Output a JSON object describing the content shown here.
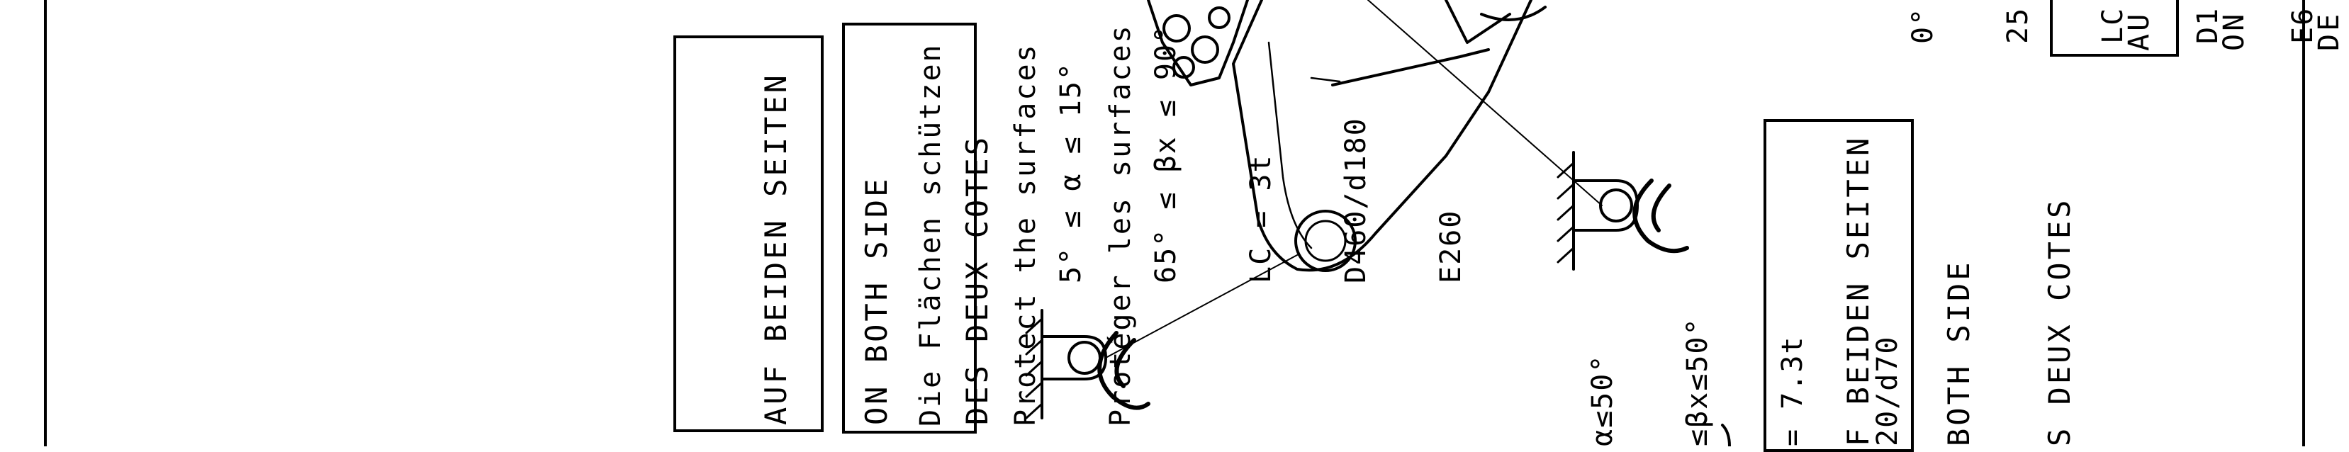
{
  "notes": {
    "both_sides_1": [
      "AUF BEIDEN SEITEN",
      "ON BOTH SIDE",
      "DES DEUX COTES"
    ],
    "protect_surfaces": [
      "Die Flächen schützen",
      "Protect the surfaces",
      "Protéger les surfaces"
    ],
    "both_sides_2": [
      "F BEIDEN SEITEN",
      "BOTH SIDE",
      "S DEUX COTES"
    ],
    "both_sides_3": [
      "AU",
      "ON",
      "DE"
    ]
  },
  "lift_specs": {
    "point_a": [
      "5° ≤ α ≤ 15°",
      "65° ≤ βx ≤ 90°",
      "LC = 3t",
      "D460/d180",
      "E260"
    ],
    "point_b": [
      "α≤50°",
      "≤βx≤50°",
      "= 7.3t",
      "20/d70"
    ],
    "point_c": [
      "0°",
      "25",
      "LC",
      "D1",
      "E6"
    ]
  },
  "colors": {
    "ink": "#000000",
    "paper": "#ffffff"
  }
}
